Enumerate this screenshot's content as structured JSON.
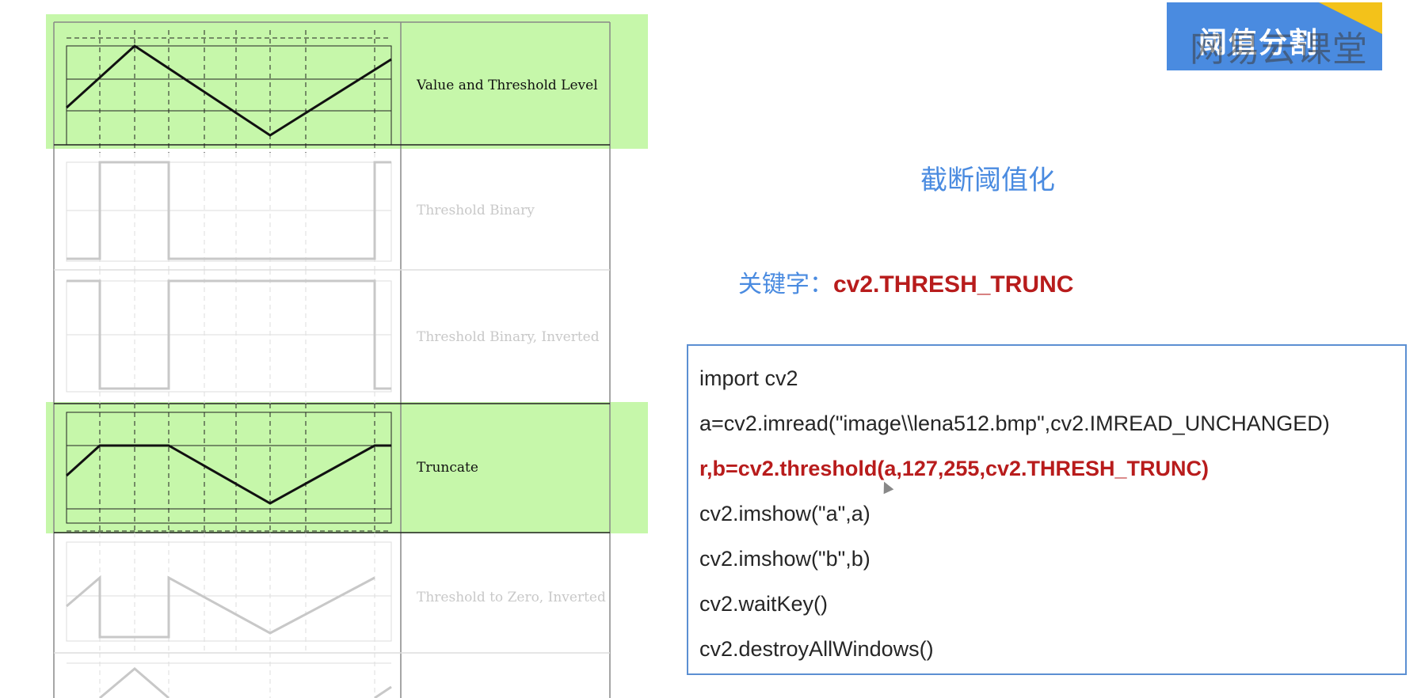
{
  "brand": {
    "title": "阈值分割",
    "overlay": "网易云课堂",
    "colors": {
      "badge": "#4a8be0",
      "corner": "#f3c21a"
    }
  },
  "slide": {
    "title": "截断阈值化",
    "keyword_label": "关键字：",
    "keyword_value": "cv2.THRESH_TRUNC",
    "colors": {
      "accent": "#4a8be0",
      "highlight": "#b81c1c"
    }
  },
  "diagram": {
    "rows": [
      {
        "label": "Value and Threshold Level",
        "highlighted": true
      },
      {
        "label": "Threshold Binary",
        "highlighted": false
      },
      {
        "label": "Threshold Binary, Inverted",
        "highlighted": false
      },
      {
        "label": "Truncate",
        "highlighted": true
      },
      {
        "label": "Threshold to Zero, Inverted",
        "highlighted": false
      },
      {
        "label": "",
        "highlighted": false
      }
    ],
    "colors": {
      "highlight_bg": "#c6f7aa",
      "active_line": "#111111",
      "dim_line": "#c8c8c8"
    }
  },
  "code": {
    "lines": [
      {
        "text": "import cv2",
        "highlight": false
      },
      {
        "text": "a=cv2.imread(\"image\\\\lena512.bmp\",cv2.IMREAD_UNCHANGED)",
        "highlight": false
      },
      {
        "text": "r,b=cv2.threshold(a,127,255,cv2.THRESH_TRUNC)",
        "highlight": true
      },
      {
        "text": "cv2.imshow(\"a\",a)",
        "highlight": false
      },
      {
        "text": "cv2.imshow(\"b\",b)",
        "highlight": false
      },
      {
        "text": "cv2.waitKey()",
        "highlight": false
      },
      {
        "text": "cv2.destroyAllWindows()",
        "highlight": false
      }
    ]
  }
}
